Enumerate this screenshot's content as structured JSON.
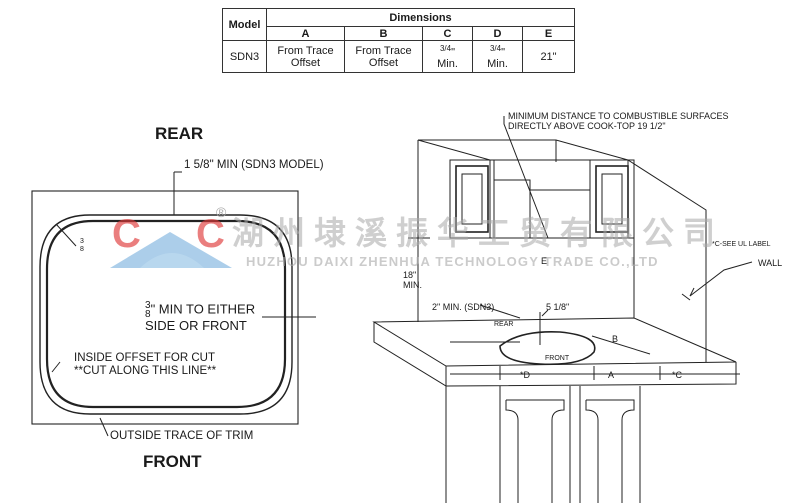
{
  "table": {
    "model_header": "Model",
    "dimensions_header": "Dimensions",
    "columns": [
      "A",
      "B",
      "C",
      "D",
      "E"
    ],
    "model": "SDN3",
    "a_line1": "From Trace",
    "a_line2": "Offset",
    "b_line1": "From Trace",
    "b_line2": "Offset",
    "c_frac": "3/4",
    "c_unit": "\"",
    "c_min": "Min.",
    "d_frac": "3/4",
    "d_unit": "\"",
    "d_min": "Min.",
    "e": "21\""
  },
  "left": {
    "rear": "REAR",
    "front": "FRONT",
    "top_note": "1 5/8\" MIN (SDN3 MODEL)",
    "corner_frac_num": "3",
    "corner_frac_den": "8",
    "side_frac_num": "3",
    "side_frac_den": "8",
    "side_line1": "\" MIN TO EITHER",
    "side_line2": "SIDE OR FRONT",
    "inside_line1": "INSIDE OFFSET FOR CUT",
    "inside_line2": "**CUT ALONG THIS LINE**",
    "outside": "OUTSIDE TRACE OF TRIM"
  },
  "right": {
    "min_line1": "MINIMUM DISTANCE TO COMBUSTIBLE SURFACES",
    "min_line2": "DIRECTLY ABOVE COOK-TOP 19 1/2\"",
    "ul": "*C-SEE UL LABEL",
    "wall": "WALL",
    "eighteen": "18\"",
    "eighteen_min": "MIN.",
    "two_min": "2\" MIN. (SDN3)",
    "five": "5 1/8\"",
    "rear": "REAR",
    "front": "FRONT",
    "b": "B",
    "e": "E",
    "d": "*D",
    "a": "A",
    "c": "*C"
  },
  "watermark": {
    "logo": "C C",
    "reg": "®",
    "cn": "湖州埭溪振华工贸有限公司",
    "en": "HUZHOU DAIXI ZHENHUA TECHNOLOGY TRADE CO.,LTD"
  },
  "colors": {
    "logo_red": "#e03a3a",
    "logo_blue": "#7fb4de",
    "watermark_gray": "#a9a9a9"
  }
}
